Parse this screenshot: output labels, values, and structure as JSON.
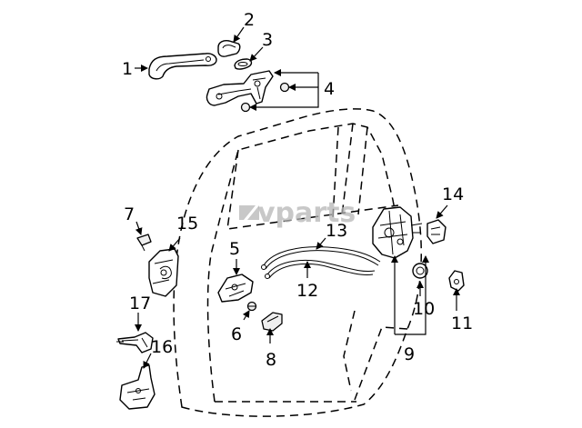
{
  "watermark": {
    "brand": "vparts",
    "color": "#b5b5b5"
  },
  "callouts": [
    {
      "id": "1",
      "label": "1"
    },
    {
      "id": "2",
      "label": "2"
    },
    {
      "id": "3",
      "label": "3"
    },
    {
      "id": "4",
      "label": "4"
    },
    {
      "id": "5",
      "label": "5"
    },
    {
      "id": "6",
      "label": "6"
    },
    {
      "id": "7",
      "label": "7"
    },
    {
      "id": "8",
      "label": "8"
    },
    {
      "id": "9",
      "label": "9"
    },
    {
      "id": "10",
      "label": "10"
    },
    {
      "id": "11",
      "label": "11"
    },
    {
      "id": "12",
      "label": "12"
    },
    {
      "id": "13",
      "label": "13"
    },
    {
      "id": "14",
      "label": "14"
    },
    {
      "id": "15",
      "label": "15"
    },
    {
      "id": "16",
      "label": "16"
    },
    {
      "id": "17",
      "label": "17"
    }
  ]
}
